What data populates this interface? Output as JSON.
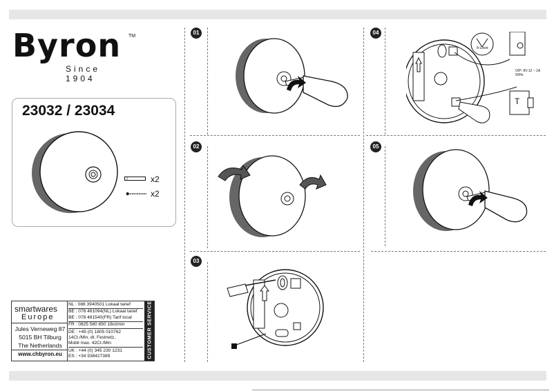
{
  "brand": {
    "name": "Byron",
    "tm": "TM",
    "since": "Since 1904"
  },
  "product": {
    "models": "23032 / 23034",
    "screws_qty": "x2",
    "plugs_qty": "x2"
  },
  "steps": [
    "01",
    "02",
    "03",
    "04",
    "05"
  ],
  "step4": {
    "bell_label": "8-Lbest",
    "transformer_spec": "O/P: 8V-12 ~ 1A\n50Hz",
    "transformer_letter": "T"
  },
  "service": {
    "brand": "smartwares",
    "region": "Europe",
    "address": [
      "Jules Verneweg 87",
      "5015 BH Tilburg",
      "The Netherlands"
    ],
    "website": "www.chbyron.eu",
    "label": "CUSTOMER SERVICE",
    "phones": [
      "NL : 088 3940501      Lokaal tarief",
      "BE : 078 481094(NL)  Lokaal tarief",
      "BE : 078 481540(FR)  Tarif local",
      "FR : 0825 560 650      18ct/min",
      "DE : +49 (0) 1805 010762",
      "        14Ct./Min. dt. Festnetz,",
      "        Mobil max. 42Ct./Min",
      "UK : +44 (0) 345 230 1231",
      "ES : +34 938427389"
    ]
  },
  "colors": {
    "ink": "#111111",
    "band": "#e6e6e6",
    "badge": "#222222"
  }
}
